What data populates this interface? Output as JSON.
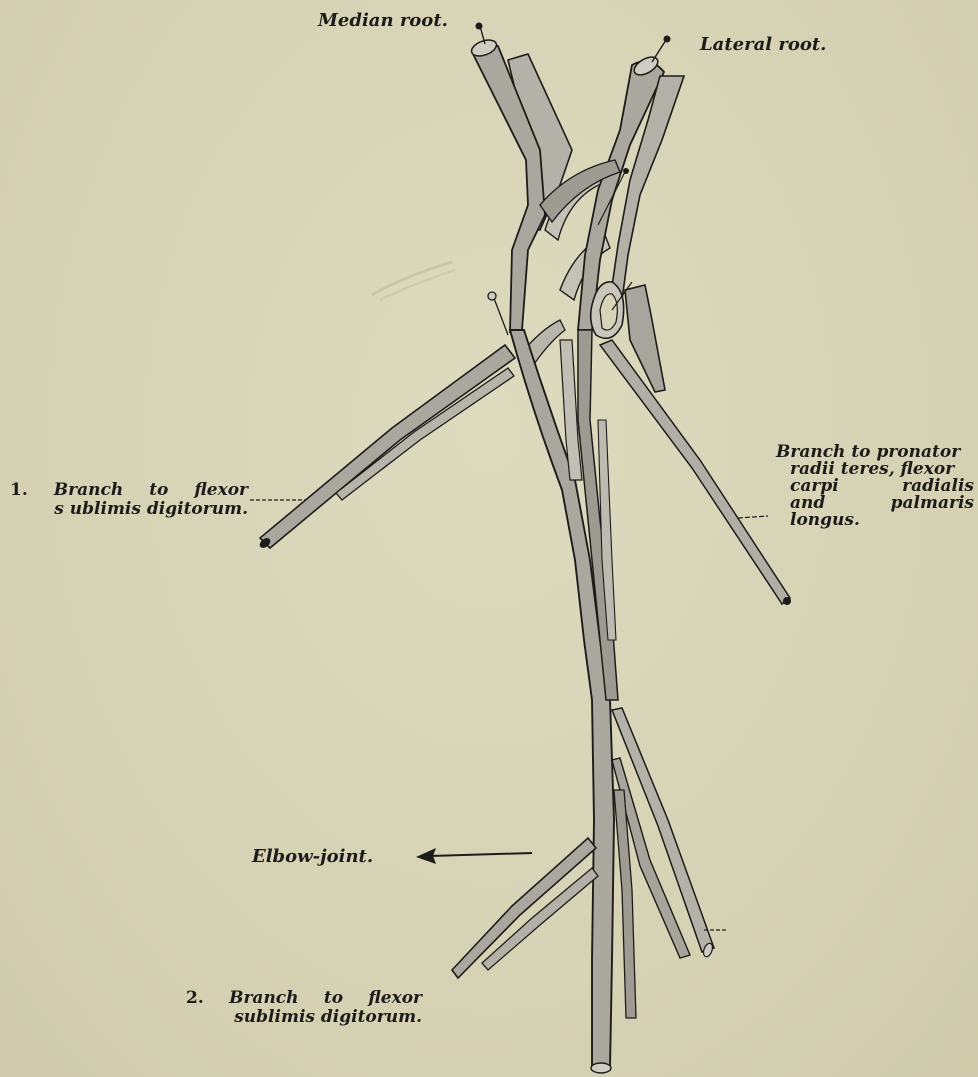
{
  "labels": {
    "median_root": "Median root.",
    "lateral_root": "Lateral root.",
    "branch1": {
      "number": "1.",
      "line1": "Branch to flexor",
      "line2": "s ublimis digitorum."
    },
    "pronator": {
      "line1": "Branch to pronator",
      "line2": "radii teres, flexor",
      "line3": "carpi radialis",
      "line4": "and palmaris",
      "line5": "longus."
    },
    "elbow": "Elbow-joint.",
    "branch2": {
      "number": "2.",
      "line1": "Branch to flexor",
      "line2": "sublimis digitorum."
    }
  },
  "colors": {
    "background": "#d8d4b7",
    "nerve_fill": "#a9a79e",
    "nerve_light": "#c4c2b6",
    "ink": "#1c1c1a"
  }
}
